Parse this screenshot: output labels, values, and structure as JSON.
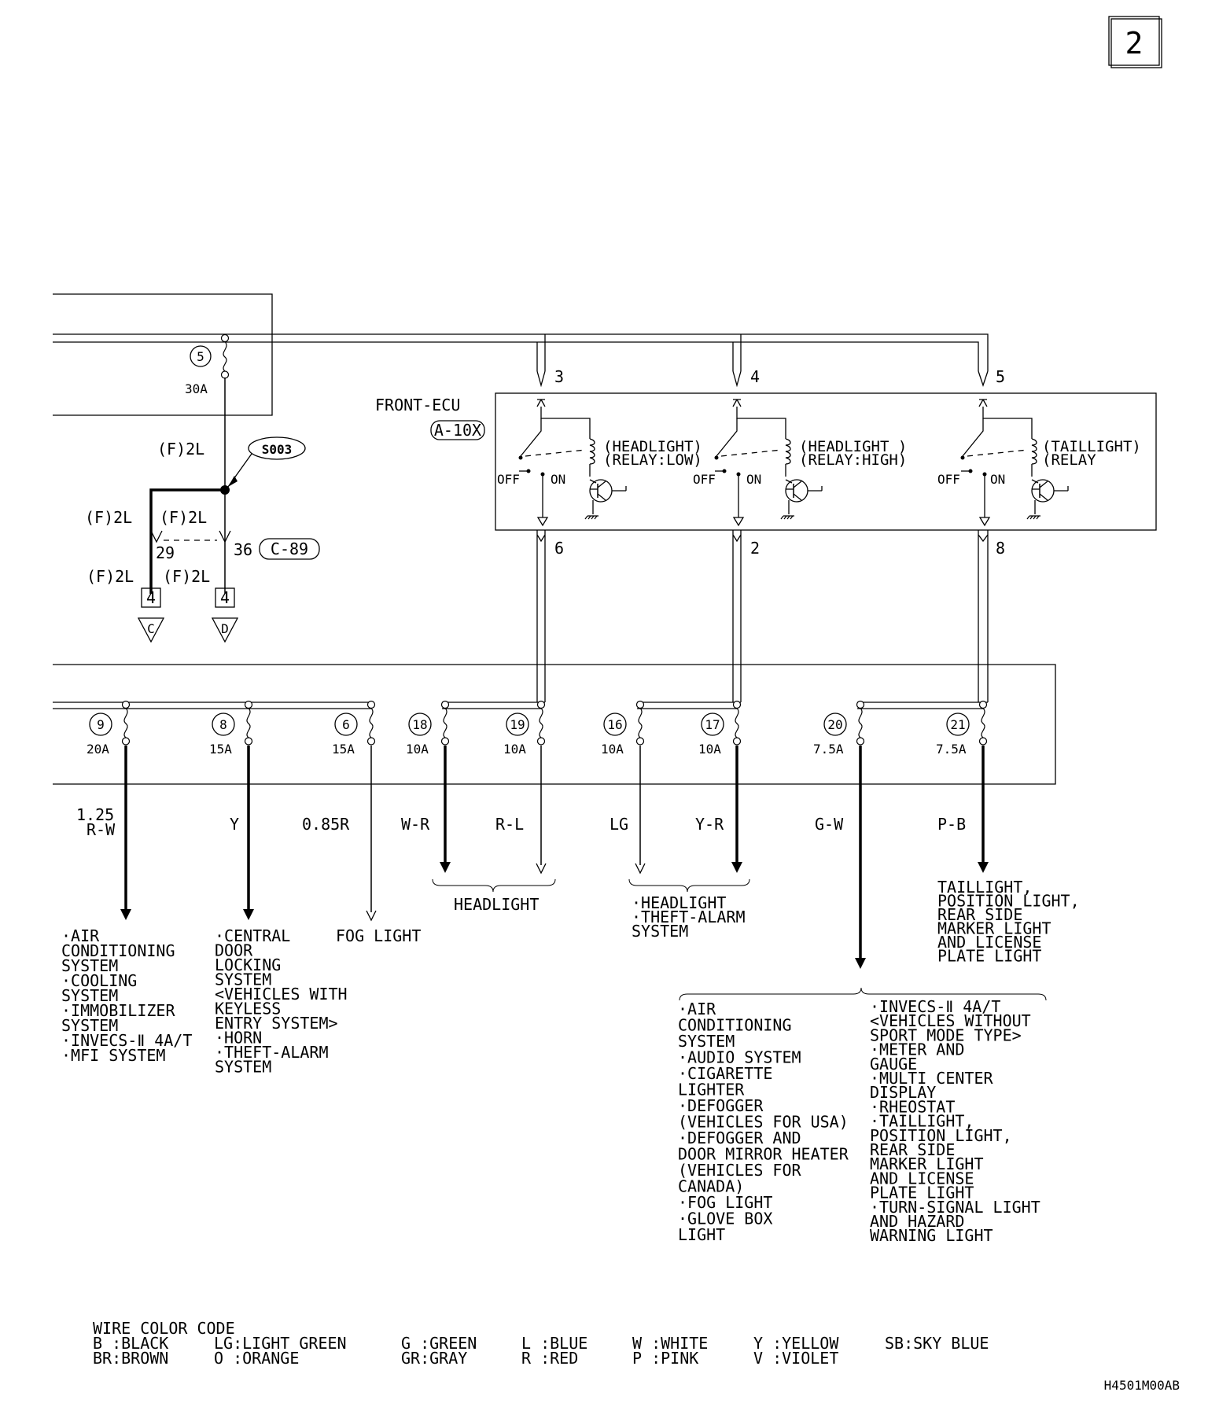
{
  "page_number": "2",
  "fuse_top": {
    "number": "5",
    "rating": "30A"
  },
  "splice": {
    "label": "S003"
  },
  "wire_2L": "(F)2L",
  "connector_c89": {
    "pin_29": "29",
    "pin_36": "36",
    "label": "C-89"
  },
  "offpage": [
    {
      "box": "4",
      "letter": "C"
    },
    {
      "box": "4",
      "letter": "D"
    }
  ],
  "front_ecu": {
    "title": "FRONT-ECU",
    "connector": "A-10X",
    "input_pins": [
      "3",
      "4",
      "5"
    ],
    "output_pins": [
      "6",
      "2",
      "8"
    ],
    "off_label": "OFF",
    "on_label": "ON",
    "relays": [
      {
        "line1": "(HEADLIGHT)",
        "line2": "(RELAY:LOW)"
      },
      {
        "line1": "(HEADLIGHT )",
        "line2": "(RELAY:HIGH)"
      },
      {
        "line1": "(TAILLIGHT)",
        "line2": "(RELAY"
      }
    ]
  },
  "fuses": [
    {
      "number": "9",
      "rating": "20A",
      "wire": "1.25",
      "wire2": "R-W"
    },
    {
      "number": "8",
      "rating": "15A",
      "wire": "Y"
    },
    {
      "number": "6",
      "rating": "15A",
      "wire": "0.85R"
    },
    {
      "number": "18",
      "rating": "10A",
      "wire": "W-R"
    },
    {
      "number": "19",
      "rating": "10A",
      "wire": "R-L"
    },
    {
      "number": "16",
      "rating": "10A",
      "wire": "LG"
    },
    {
      "number": "17",
      "rating": "10A",
      "wire": "Y-R"
    },
    {
      "number": "20",
      "rating": "7.5A",
      "wire": "G-W"
    },
    {
      "number": "21",
      "rating": "7.5A",
      "wire": "P-B"
    }
  ],
  "destinations": {
    "fuse9": [
      "·AIR",
      " CONDITIONING",
      " SYSTEM",
      "·COOLING",
      " SYSTEM",
      "·IMMOBILIZER",
      " SYSTEM",
      "·INVECS-Ⅱ 4A/T",
      "·MFI SYSTEM"
    ],
    "fuse8": [
      "·CENTRAL",
      " DOOR",
      " LOCKING",
      " SYSTEM",
      " <VEHICLES WITH",
      "  KEYLESS",
      "  ENTRY SYSTEM>",
      "·HORN",
      "·THEFT-ALARM",
      " SYSTEM"
    ],
    "fuse6": "FOG LIGHT",
    "headlight_group": "HEADLIGHT",
    "fuse16_17": [
      "·HEADLIGHT",
      "·THEFT-ALARM",
      " SYSTEM"
    ],
    "fuse21": [
      "TAILLIGHT,",
      "POSITION LIGHT,",
      "REAR SIDE",
      "MARKER LIGHT",
      "AND LICENSE",
      "PLATE LIGHT"
    ],
    "fuse20_left": [
      "·AIR",
      " CONDITIONING",
      " SYSTEM",
      "·AUDIO SYSTEM",
      "·CIGARETTE",
      " LIGHTER",
      "·DEFOGGER",
      " (VEHICLES FOR USA)",
      "·DEFOGGER AND",
      " DOOR MIRROR HEATER",
      " (VEHICLES FOR",
      "  CANADA)",
      "·FOG LIGHT",
      "·GLOVE BOX",
      " LIGHT"
    ],
    "fuse20_right": [
      "·INVECS-Ⅱ 4A/T",
      " <VEHICLES WITHOUT",
      "  SPORT MODE TYPE>",
      "·METER AND",
      " GAUGE",
      "·MULTI CENTER",
      " DISPLAY",
      "·RHEOSTAT",
      "·TAILLIGHT,",
      " POSITION LIGHT,",
      " REAR SIDE",
      " MARKER LIGHT",
      " AND LICENSE",
      " PLATE LIGHT",
      "·TURN-SIGNAL LIGHT",
      " AND HAZARD",
      " WARNING LIGHT"
    ]
  },
  "wire_color_code": {
    "title": "WIRE COLOR CODE",
    "row1": [
      "B :BLACK",
      "LG:LIGHT GREEN",
      "G :GREEN",
      "L :BLUE",
      "W :WHITE",
      "Y :YELLOW",
      "SB:SKY BLUE"
    ],
    "row2": [
      "BR:BROWN",
      "O :ORANGE",
      "GR:GRAY",
      "R :RED",
      "P :PINK",
      "V :VIOLET"
    ]
  },
  "figure_code": "H4501M00AB"
}
